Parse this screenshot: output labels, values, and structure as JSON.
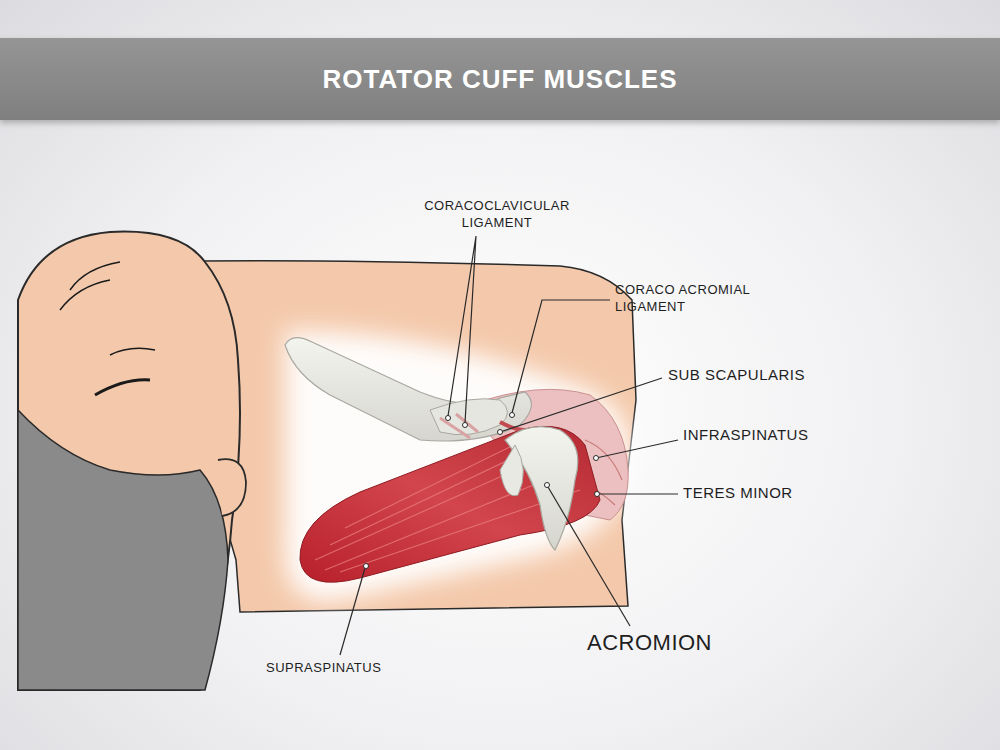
{
  "diagram": {
    "title": "ROTATOR CUFF MUSCLES",
    "labels": [
      "CORACOCLAVICULAR LIGAMENT",
      "CORACO ACROMIAL LIGAMENT",
      "SUB SCAPULARIS",
      "INFRASPINATUS",
      "TERES MINOR",
      "ACROMION",
      "SUPRASPINATUS"
    ]
  }
}
